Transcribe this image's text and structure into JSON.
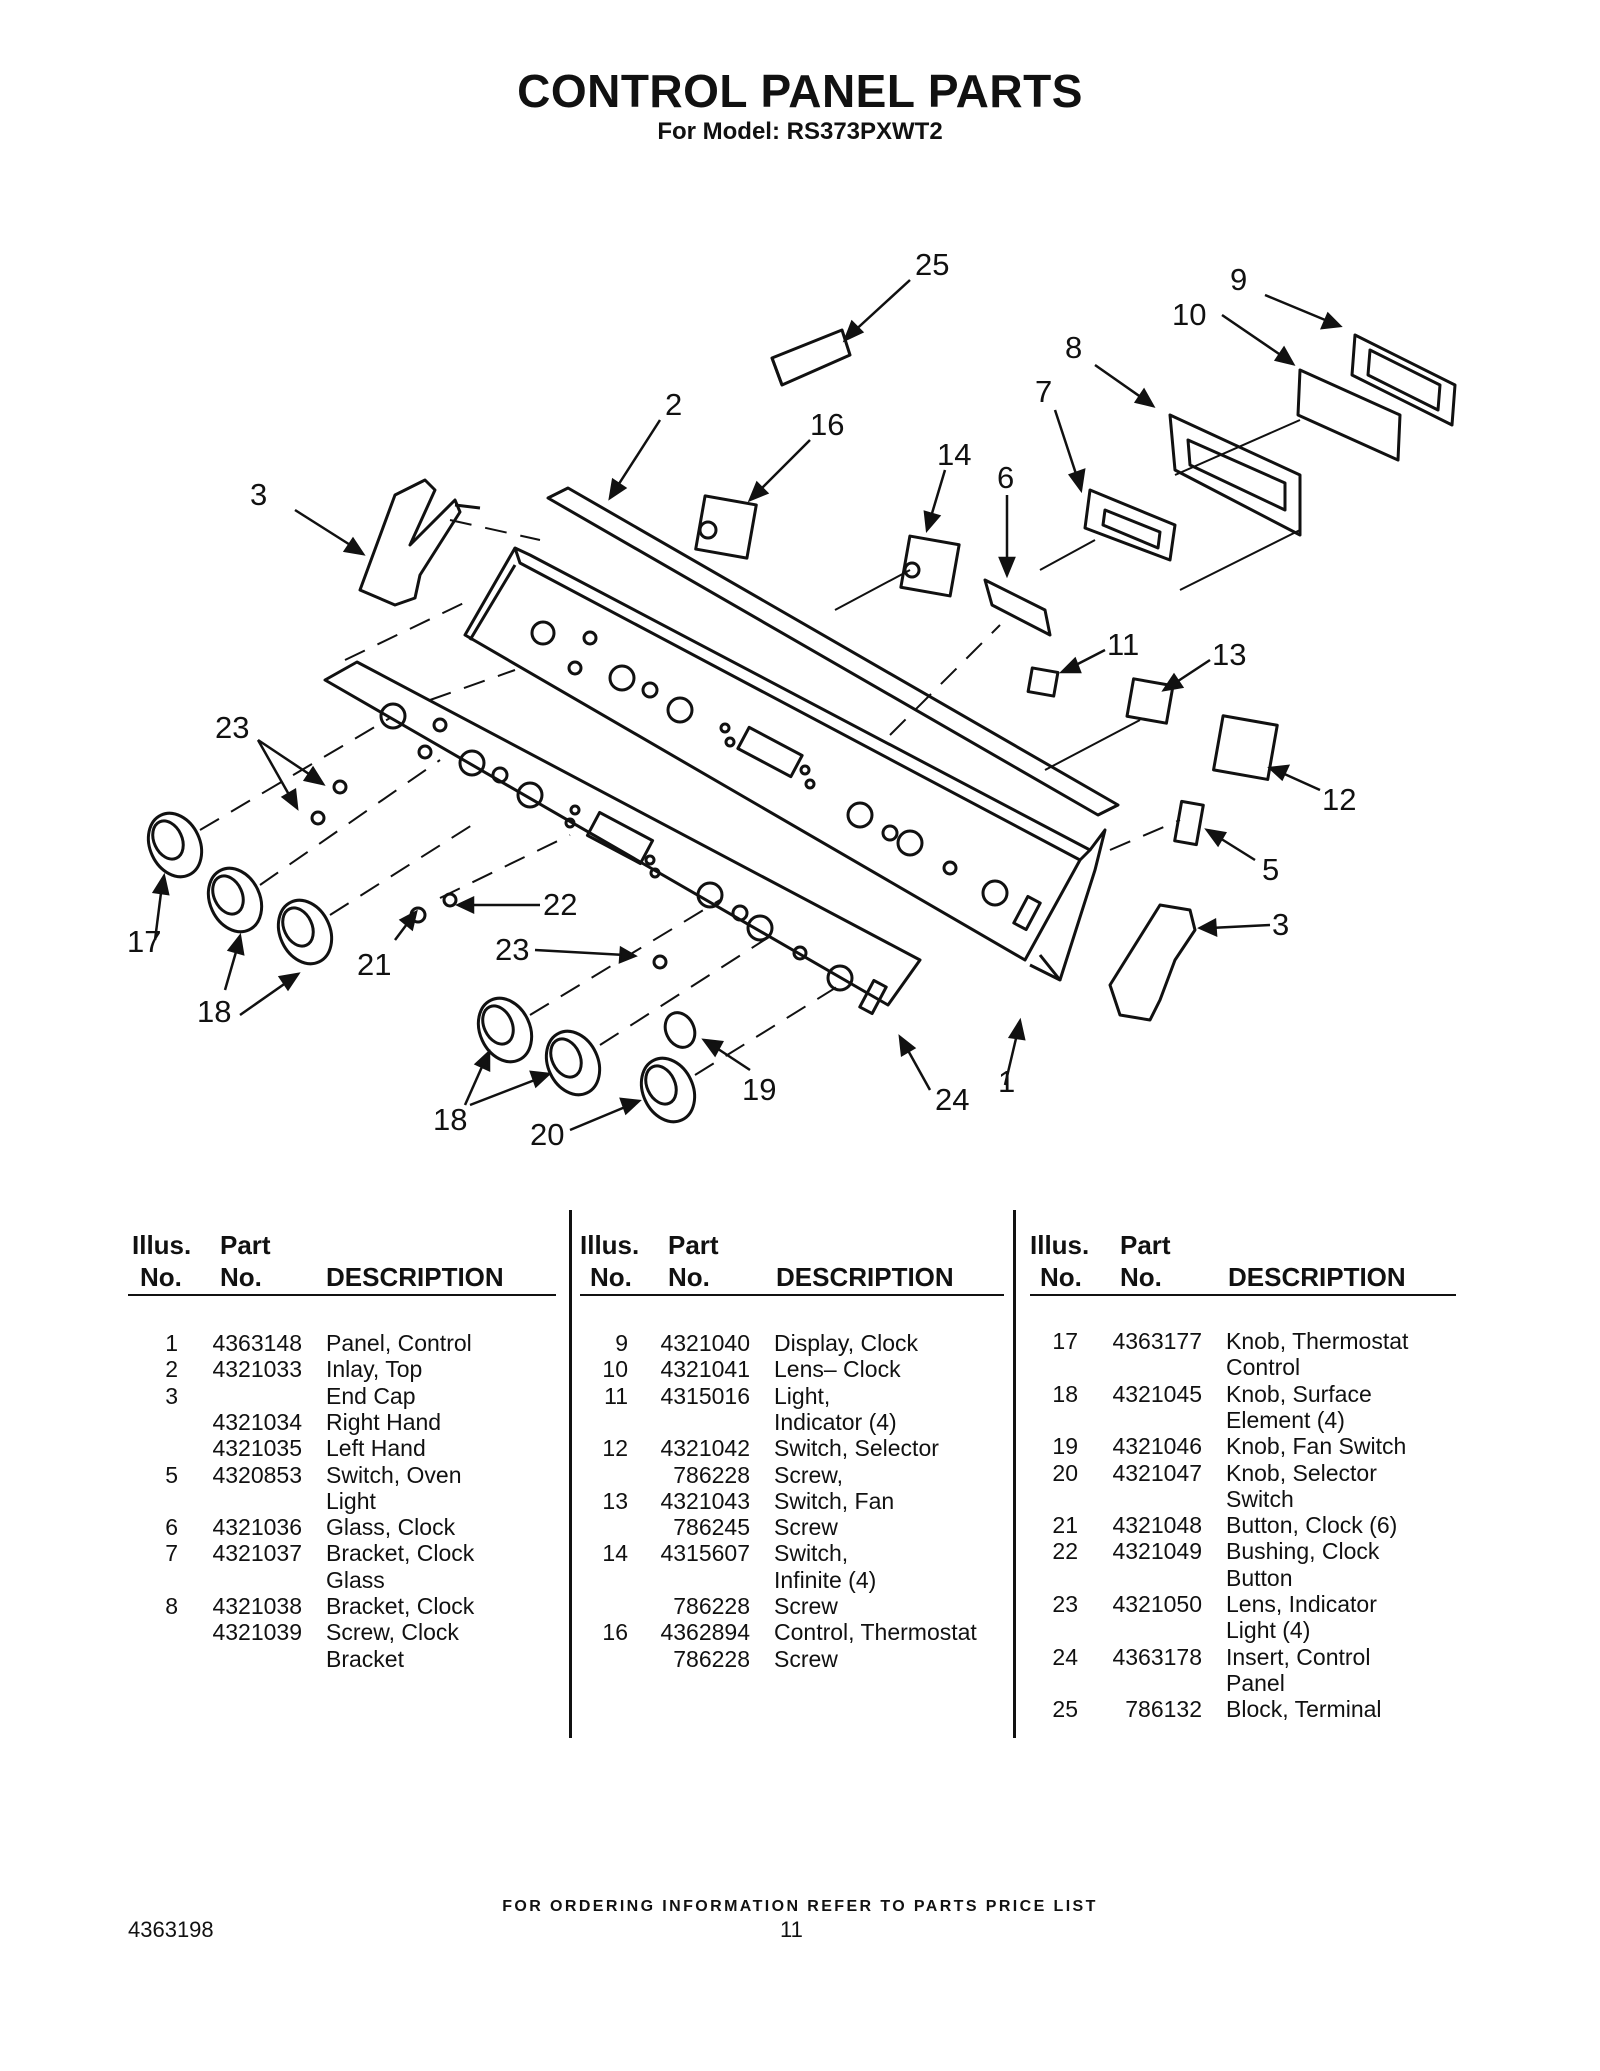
{
  "title": "CONTROL PANEL PARTS",
  "subtitle": "For Model: RS373PXWT2",
  "callouts": [
    "25",
    "9",
    "10",
    "8",
    "2",
    "16",
    "7",
    "14",
    "6",
    "3",
    "11",
    "13",
    "23",
    "12",
    "5",
    "22",
    "3",
    "17",
    "21",
    "23",
    "18",
    "19",
    "1",
    "24",
    "18",
    "20"
  ],
  "table_headers": {
    "illus": "Illus.",
    "part": "Part",
    "no": "No.",
    "no2": "No.",
    "description": "DESCRIPTION"
  },
  "columns": [
    {
      "rows": [
        {
          "illus": "1",
          "part": "4363148",
          "desc": "Panel, Control"
        },
        {
          "illus": "2",
          "part": "4321033",
          "desc": "Inlay, Top"
        },
        {
          "illus": "3",
          "part": "",
          "desc": "End Cap"
        },
        {
          "illus": "",
          "part": "4321034",
          "desc": "Right Hand"
        },
        {
          "illus": "",
          "part": "4321035",
          "desc": "Left Hand"
        },
        {
          "illus": "5",
          "part": "4320853",
          "desc": "Switch, Oven"
        },
        {
          "illus": "",
          "part": "",
          "desc": "Light"
        },
        {
          "illus": "6",
          "part": "4321036",
          "desc": "Glass, Clock"
        },
        {
          "illus": "7",
          "part": "4321037",
          "desc": "Bracket, Clock"
        },
        {
          "illus": "",
          "part": "",
          "desc": "Glass"
        },
        {
          "illus": "8",
          "part": "4321038",
          "desc": "Bracket, Clock"
        },
        {
          "illus": "",
          "part": "4321039",
          "desc": "Screw, Clock"
        },
        {
          "illus": "",
          "part": "",
          "desc": "Bracket"
        }
      ]
    },
    {
      "rows": [
        {
          "illus": "9",
          "part": "4321040",
          "desc": "Display, Clock"
        },
        {
          "illus": "10",
          "part": "4321041",
          "desc": "Lens– Clock"
        },
        {
          "illus": "11",
          "part": "4315016",
          "desc": "Light,"
        },
        {
          "illus": "",
          "part": "",
          "desc": "Indicator (4)"
        },
        {
          "illus": "12",
          "part": "4321042",
          "desc": "Switch, Selector"
        },
        {
          "illus": "",
          "part": "786228",
          "desc": "Screw,"
        },
        {
          "illus": "13",
          "part": "4321043",
          "desc": "Switch, Fan"
        },
        {
          "illus": "",
          "part": "786245",
          "desc": "Screw"
        },
        {
          "illus": "14",
          "part": "4315607",
          "desc": "Switch,"
        },
        {
          "illus": "",
          "part": "",
          "desc": "Infinite (4)"
        },
        {
          "illus": "",
          "part": "786228",
          "desc": "Screw"
        },
        {
          "illus": "16",
          "part": "4362894",
          "desc": "Control, Thermostat"
        },
        {
          "illus": "",
          "part": "786228",
          "desc": "Screw"
        }
      ]
    },
    {
      "rows": [
        {
          "illus": "17",
          "part": "4363177",
          "desc": "Knob, Thermostat"
        },
        {
          "illus": "",
          "part": "",
          "desc": "Control"
        },
        {
          "illus": "18",
          "part": "4321045",
          "desc": "Knob, Surface"
        },
        {
          "illus": "",
          "part": "",
          "desc": "Element (4)"
        },
        {
          "illus": "19",
          "part": "4321046",
          "desc": "Knob, Fan Switch"
        },
        {
          "illus": "20",
          "part": "4321047",
          "desc": "Knob, Selector"
        },
        {
          "illus": "",
          "part": "",
          "desc": "Switch"
        },
        {
          "illus": "21",
          "part": "4321048",
          "desc": "Button, Clock (6)"
        },
        {
          "illus": "22",
          "part": "4321049",
          "desc": "Bushing, Clock"
        },
        {
          "illus": "",
          "part": "",
          "desc": "Button"
        },
        {
          "illus": "23",
          "part": "4321050",
          "desc": "Lens, Indicator"
        },
        {
          "illus": "",
          "part": "",
          "desc": "Light (4)"
        },
        {
          "illus": "24",
          "part": "4363178",
          "desc": "Insert, Control"
        },
        {
          "illus": "",
          "part": "",
          "desc": "Panel"
        },
        {
          "illus": "25",
          "part": "786132",
          "desc": "Block, Terminal"
        }
      ]
    }
  ],
  "footer": "FOR ORDERING INFORMATION REFER TO PARTS PRICE LIST",
  "doc_number": "4363198",
  "page_number": "11"
}
